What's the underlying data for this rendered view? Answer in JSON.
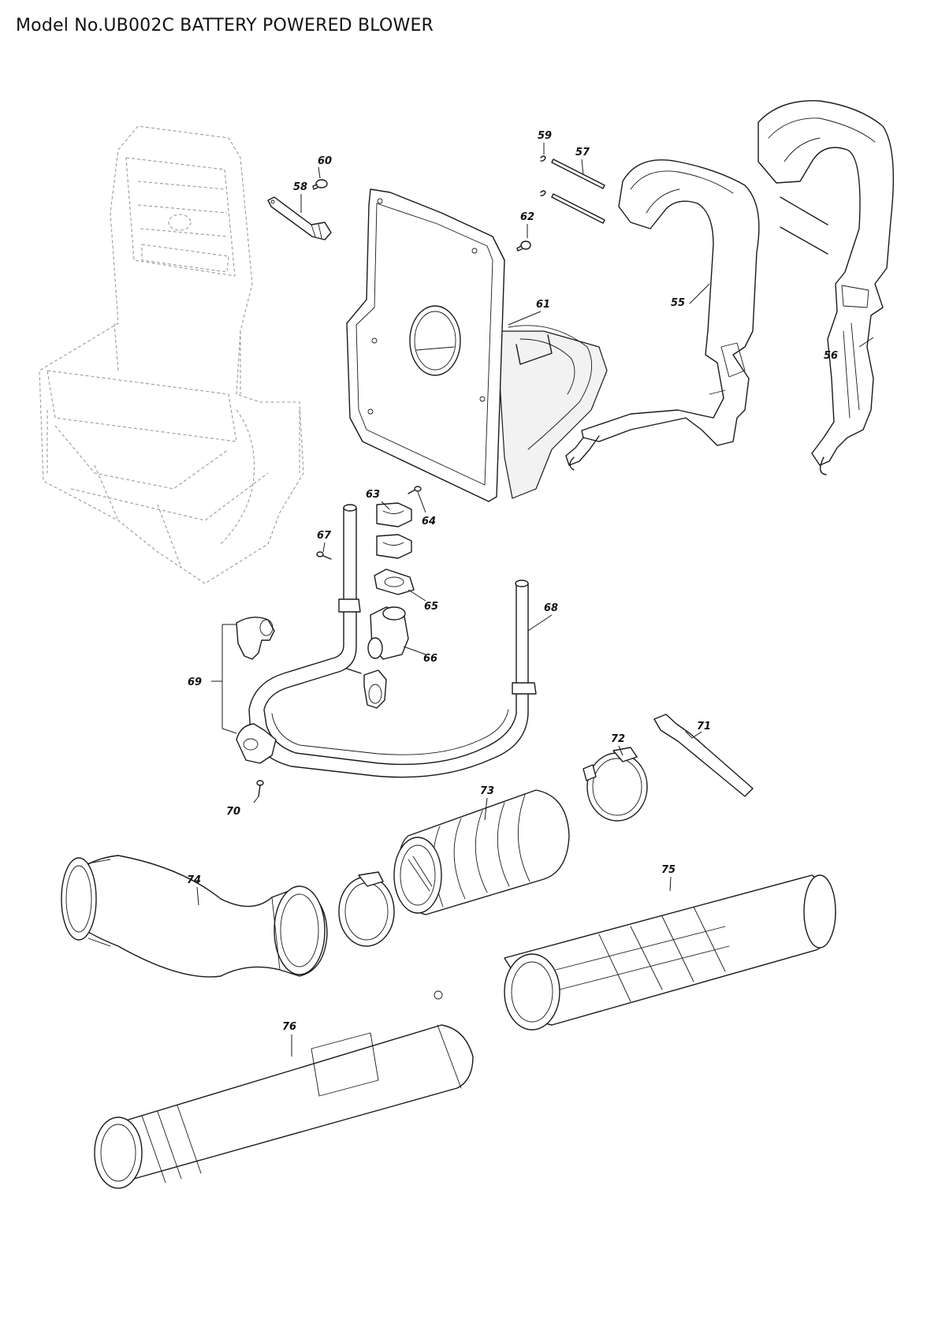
{
  "title": "Model No.UB002C BATTERY POWERED BLOWER",
  "parts": [
    {
      "number": "55"
    },
    {
      "number": "56"
    },
    {
      "number": "57"
    },
    {
      "number": "58"
    },
    {
      "number": "59"
    },
    {
      "number": "60"
    },
    {
      "number": "61"
    },
    {
      "number": "62"
    },
    {
      "number": "63"
    },
    {
      "number": "64"
    },
    {
      "number": "65"
    },
    {
      "number": "66"
    },
    {
      "number": "67"
    },
    {
      "number": "68"
    },
    {
      "number": "69"
    },
    {
      "number": "70"
    },
    {
      "number": "71"
    },
    {
      "number": "72"
    },
    {
      "number": "73"
    },
    {
      "number": "74"
    },
    {
      "number": "75"
    },
    {
      "number": "76"
    }
  ]
}
